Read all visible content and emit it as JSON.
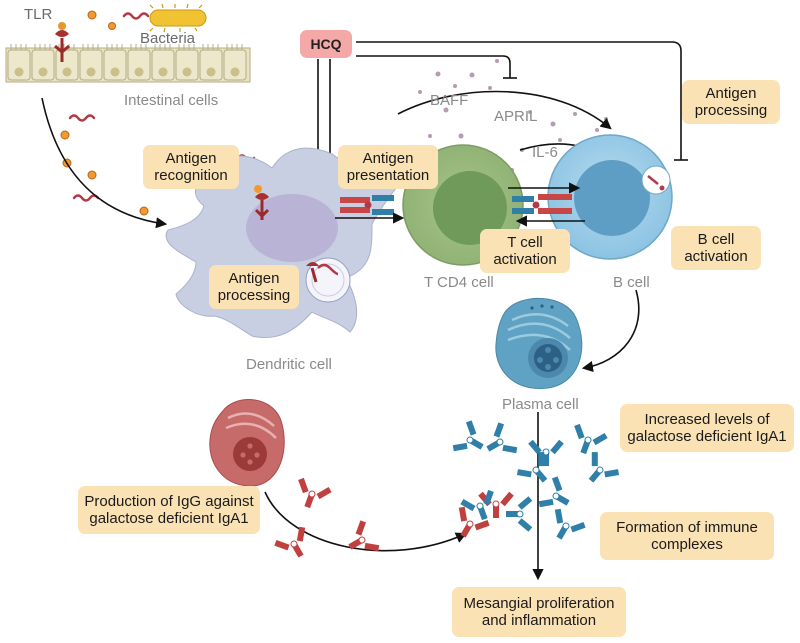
{
  "labels": {
    "tlr": "TLR",
    "bacteria": "Bacteria",
    "intestinal_cells": "Intestinal cells",
    "hcq": "HCQ",
    "baff": "BAFF",
    "april": "APRIL",
    "il6": "IL-6",
    "t_cd4_cell": "T CD4 cell",
    "b_cell": "B cell",
    "dendritic_cell": "Dendritic cell",
    "plasma_cell": "Plasma cell"
  },
  "boxes": {
    "antigen_recognition": "Antigen\nrecognition",
    "antigen_presentation": "Antigen\npresentation",
    "antigen_processing_dc": "Antigen\nprocessing",
    "t_cell_activation": "T cell\nactivation",
    "b_cell_activation": "B cell\nactivation",
    "antigen_processing_b": "Antigen\nprocessing",
    "increased_levels": "Increased levels of\ngalactose deficient IgA1",
    "production_igg": "Production of IgG against\ngalactose deficient IgA1",
    "formation_complexes": "Formation of immune\ncomplexes",
    "mesangial": "Mesangial proliferation\nand inflammation"
  },
  "colors": {
    "callout": "#fbe2b5",
    "hcq": "#f4a8a8",
    "t_cell": "#8fb173",
    "b_cell": "#90c6e4",
    "dendritic": "#c9cfe2",
    "antibody_blue": "#2f7fa8",
    "antibody_red": "#c04040"
  }
}
